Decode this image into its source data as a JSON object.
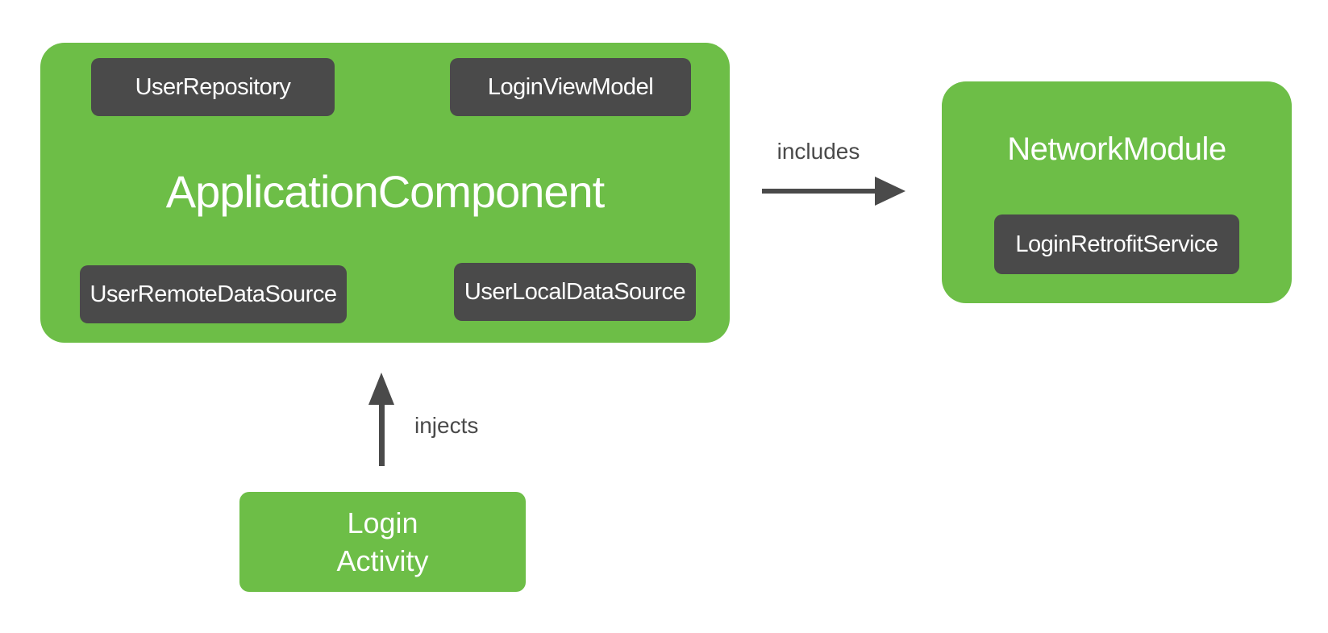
{
  "colors": {
    "node_green": "#6dbe47",
    "node_dark": "#4a4a4a",
    "node_text": "#ffffff",
    "edge_gray": "#4a4a4a",
    "background": "#ffffff"
  },
  "application_component": {
    "title": "ApplicationComponent",
    "items": {
      "user_repository": "UserRepository",
      "login_view_model": "LoginViewModel",
      "user_remote_data_source": "UserRemoteDataSource",
      "user_local_data_source": "UserLocalDataSource"
    }
  },
  "network_module": {
    "title": "NetworkModule",
    "items": {
      "login_retrofit_service": "LoginRetrofitService"
    }
  },
  "login_activity": {
    "line1": "Login",
    "line2": "Activity"
  },
  "edges": {
    "includes_label": "includes",
    "injects_label": "injects"
  }
}
